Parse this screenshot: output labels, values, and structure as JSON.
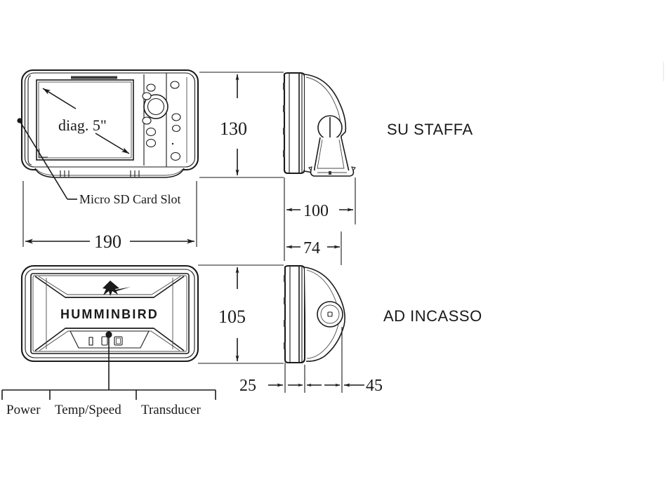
{
  "figure": {
    "title": "Humminbird fish finder dimensional drawing",
    "background_color": "#ffffff",
    "line_color": "#1a1a1a",
    "units_note": "mm"
  },
  "views": {
    "front": {
      "name": "front-view",
      "screen_label": "diag. 5\"",
      "callout_label": "Micro SD Card Slot"
    },
    "rear": {
      "name": "rear-view",
      "brand_label": "HUMMINBIRD",
      "port_labels": [
        "Power",
        "Temp/Speed",
        "Transducer"
      ]
    },
    "side_bracket": {
      "name": "side-view-bracket",
      "title": "SU STAFFA"
    },
    "side_flush": {
      "name": "side-view-flush",
      "title": "AD INCASSO"
    }
  },
  "dimensions": {
    "width": "190",
    "height_bracket": "130",
    "height_flush": "105",
    "depth_bracket": "100",
    "depth_flush": "74",
    "rear_clearance": "25",
    "front_clearance": "45"
  }
}
